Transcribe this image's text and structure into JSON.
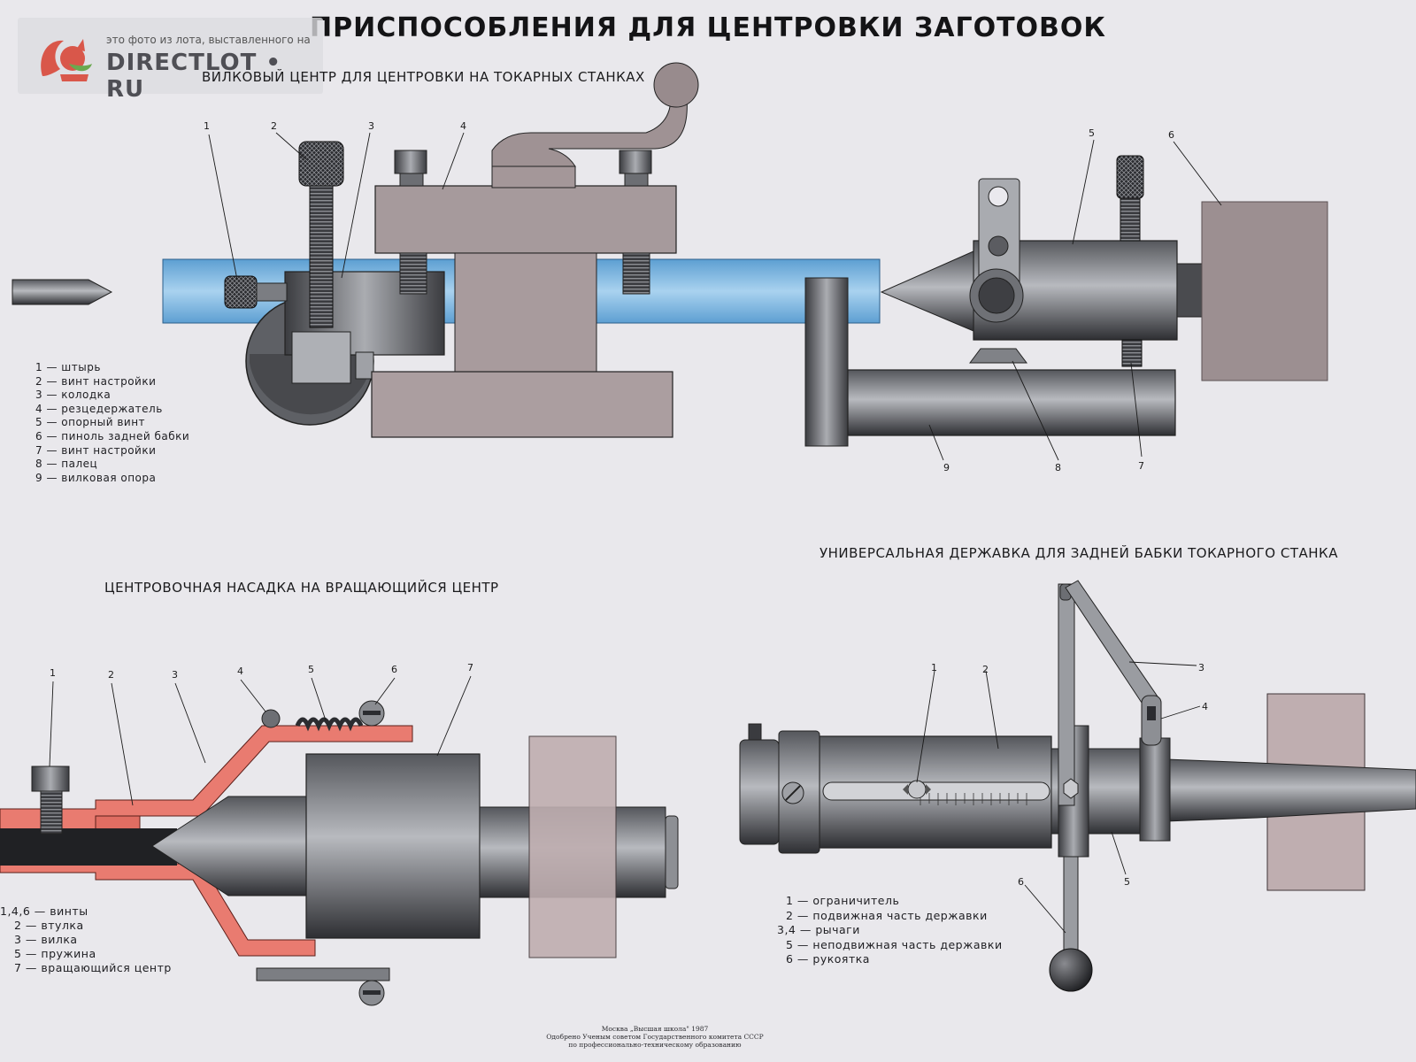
{
  "title": "ПРИСПОСОБЛЕНИЯ ДЛЯ ЦЕНТРОВКИ ЗАГОТОВОК",
  "watermark": {
    "caption": "это фото из лота, выставленного на",
    "brand": "DIRECTLOT • RU"
  },
  "section_top": {
    "title": "ВИЛКОВЫЙ ЦЕНТР ДЛЯ ЦЕНТРОВКИ НА ТОКАРНЫХ СТАНКАХ",
    "legend": [
      "1 — штырь",
      "2 — винт настройки",
      "3 — колодка",
      "4 — резцедержатель",
      "5 — опорный винт",
      "6 — пиноль задней бабки",
      "7 — винт настройки",
      "8 — палец",
      "9 — вилковая опора"
    ],
    "callouts": [
      "1",
      "2",
      "3",
      "4",
      "5",
      "6",
      "7",
      "8",
      "9"
    ]
  },
  "section_bl": {
    "title": "ЦЕНТРОВОЧНАЯ НАСАДКА НА ВРАЩАЮЩИЙСЯ ЦЕНТР",
    "legend": [
      "1,4,6 — винты",
      "2 — втулка",
      "3 — вилка",
      "5 — пружина",
      "7 — вращающийся центр"
    ],
    "callouts": [
      "1",
      "2",
      "3",
      "4",
      "5",
      "6",
      "7"
    ]
  },
  "section_br": {
    "title": "УНИВЕРСАЛЬНАЯ ДЕРЖАВКА ДЛЯ ЗАДНЕЙ БАБКИ ТОКАРНОГО СТАНКА",
    "legend": [
      "1 — ограничитель",
      "2 — подвижная часть державки",
      "3,4 — рычаги",
      "5 — неподвижная часть державки",
      "6 — рукоятка"
    ],
    "callouts": [
      "1",
      "2",
      "3",
      "4",
      "5",
      "6"
    ]
  },
  "footer": {
    "line1": "Москва „Высшая школа\" 1987",
    "line2": "Одобрено Ученым советом Государственного комитета СССР",
    "line3": "по профессионально-техническому образованию"
  },
  "colors": {
    "blue_bar": "#7fb7e0",
    "red_part": "#e8756c",
    "steel_dark": "#3a3b3f",
    "gray_block": "#a89b9d",
    "mauve_block": "#bfaeb0"
  }
}
